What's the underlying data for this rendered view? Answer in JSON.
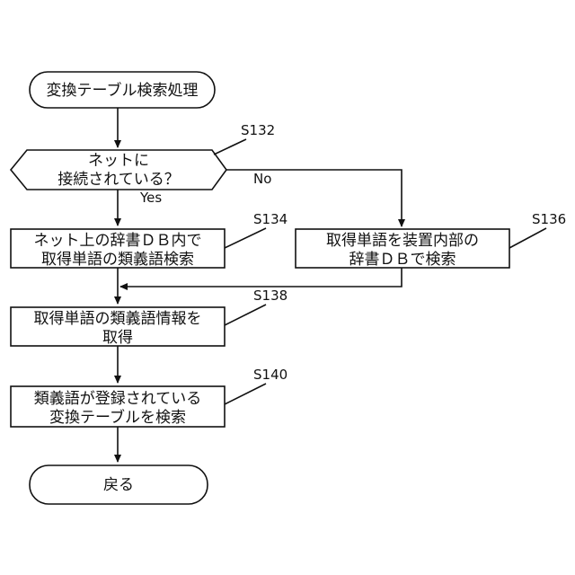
{
  "flowchart": {
    "start": "変換テーブル検索処理",
    "decision": {
      "line1": "ネットに",
      "line2": "接続されている？",
      "step": "S132",
      "yes": "Yes",
      "no": "No"
    },
    "s134": {
      "line1": "ネット上の辞書ＤＢ内で",
      "line2": "取得単語の類義語検索",
      "step": "S134"
    },
    "s136": {
      "line1": "取得単語を装置内部の",
      "line2": "辞書ＤＢで検索",
      "step": "S136"
    },
    "s138": {
      "line1": "取得単語の類義語情報を",
      "line2": "取得",
      "step": "S138"
    },
    "s140": {
      "line1": "類義語が登録されている",
      "line2": "変換テーブルを検索",
      "step": "S140"
    },
    "end": "戻る"
  }
}
